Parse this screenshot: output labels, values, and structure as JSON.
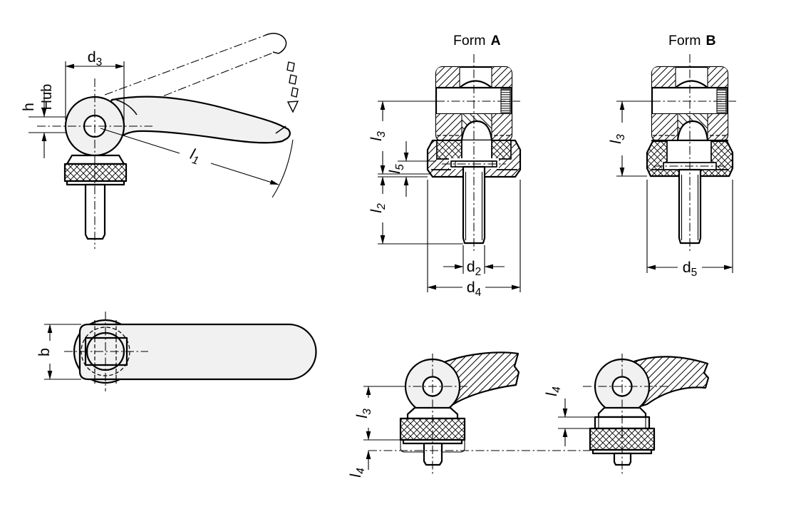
{
  "drawing": {
    "kind": "technical-drawing",
    "subject": "adjustable cam lever with knurled nut and threaded stud",
    "colors": {
      "background": "#ffffff",
      "line": "#000000",
      "body_fill": "#f1f1f1"
    },
    "views": {
      "side": {
        "labels": {
          "d3": {
            "base": "d",
            "sub": "3"
          },
          "h": "h",
          "hub": "Hub",
          "l1": {
            "base": "l",
            "sub": "1"
          }
        }
      },
      "form_a": {
        "title_word": "Form",
        "variant": "A",
        "labels": {
          "l3": {
            "base": "l",
            "sub": "3"
          },
          "l5": {
            "base": "l",
            "sub": "5"
          },
          "l2": {
            "base": "l",
            "sub": "2"
          },
          "d2": {
            "base": "d",
            "sub": "2"
          },
          "d4": {
            "base": "d",
            "sub": "4"
          }
        }
      },
      "form_b": {
        "title_word": "Form",
        "variant": "B",
        "labels": {
          "l3": {
            "base": "l",
            "sub": "3"
          },
          "d5": {
            "base": "d",
            "sub": "5"
          }
        }
      },
      "top": {
        "labels": {
          "b": "b"
        }
      },
      "positions": {
        "left": {
          "labels": {
            "l3": {
              "base": "l",
              "sub": "3"
            },
            "l4": {
              "base": "l",
              "sub": "4"
            }
          }
        },
        "right": {
          "labels": {
            "l4": {
              "base": "l",
              "sub": "4"
            }
          }
        }
      }
    }
  }
}
